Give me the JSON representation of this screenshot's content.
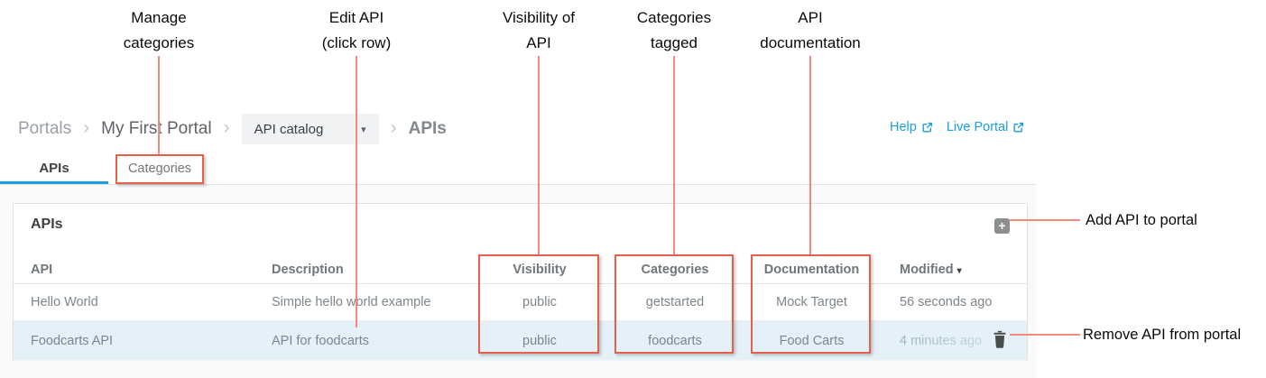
{
  "annotations": {
    "accent_color": "#e8604c",
    "line_color": "#f2897b",
    "top_labels": [
      {
        "line1": "Manage",
        "line2": "categories"
      },
      {
        "line1": "Edit API",
        "line2": "(click row)"
      },
      {
        "line1": "Visibility of",
        "line2": "API"
      },
      {
        "line1": "Categories",
        "line2": "tagged"
      },
      {
        "line1": "API",
        "line2": "documentation"
      }
    ],
    "right_labels": {
      "add": "Add API to portal",
      "remove": "Remove API from portal"
    }
  },
  "breadcrumb": {
    "root": "Portals",
    "separator": "›",
    "portal": "My First Portal",
    "dropdown_value": "API catalog",
    "dropdown_caret": "▾",
    "current": "APIs"
  },
  "header_links": {
    "help": "Help",
    "live_portal": "Live Portal",
    "link_color": "#1a9fe1"
  },
  "tabs": [
    {
      "label": "APIs",
      "active": true
    },
    {
      "label": "Categories",
      "active": false
    }
  ],
  "card": {
    "title": "APIs",
    "add_button": "+",
    "table": {
      "columns": [
        "API",
        "Description",
        "Visibility",
        "Categories",
        "Documentation",
        "Modified"
      ],
      "sort_indicator": "▾",
      "rows": [
        {
          "api": "Hello World",
          "description": "Simple hello world example",
          "visibility": "public",
          "categories": "getstarted",
          "documentation": "Mock Target",
          "modified": "56 seconds ago",
          "highlighted": false
        },
        {
          "api": "Foodcarts API",
          "description": "API for foodcarts",
          "visibility": "public",
          "categories": "foodcarts",
          "documentation": "Food Carts",
          "modified": "4 minutes ago",
          "highlighted": true
        }
      ]
    },
    "highlight_color": "#e4f1f8"
  }
}
